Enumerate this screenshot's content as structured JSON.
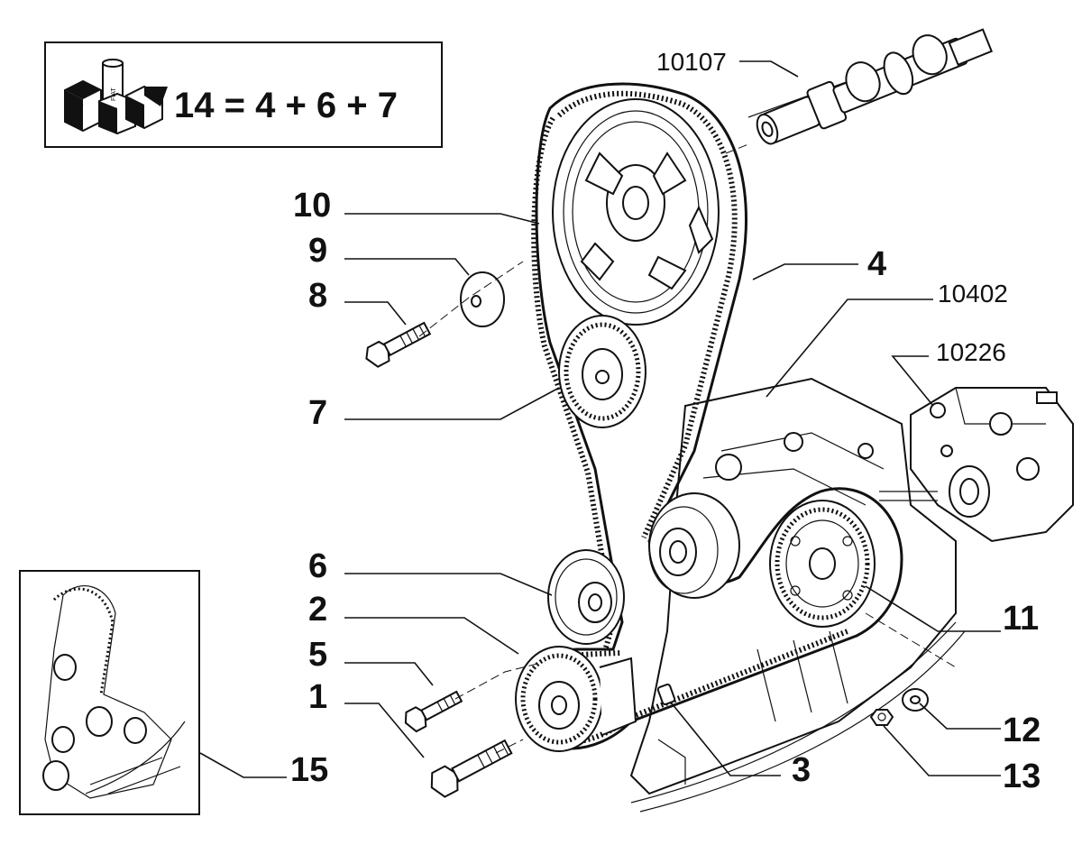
{
  "kit_box": {
    "formula": "14 = 4 + 6 + 7",
    "icon": "parts-kit-icon",
    "kit_tags": [
      "FIAT",
      "FIAT",
      "FIAT"
    ]
  },
  "labels": {
    "l10107": "10107",
    "l10": "10",
    "l9": "9",
    "l8": "8",
    "l7": "7",
    "l4": "4",
    "l10402": "10402",
    "l10226": "10226",
    "l6": "6",
    "l2": "2",
    "l5": "5",
    "l1": "1",
    "l11": "11",
    "l12": "12",
    "l13": "13",
    "l3": "3",
    "l15": "15"
  },
  "colors": {
    "line": "#111111",
    "background": "#ffffff"
  }
}
